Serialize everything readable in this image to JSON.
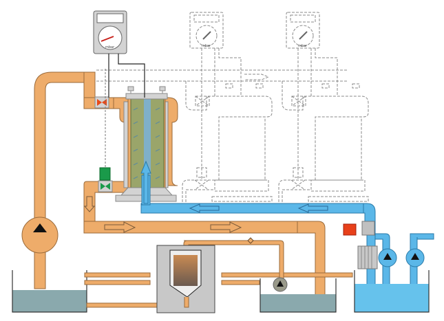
{
  "diagram": {
    "type": "filtration-process-schematic",
    "colors": {
      "process_pipe": "#eeac6a",
      "process_pipe_edge": "#9a6a3a",
      "clean_pipe": "#5bb7e8",
      "clean_pipe_edge": "#2a7aa8",
      "tank_water_dirty": "#8aa9ad",
      "tank_water_clean": "#66c2ec",
      "filter_media": "#9aa56a",
      "filter_core": "#7fb0c9",
      "valve_red": "#e84a1a",
      "valve_green": "#1a9a4a",
      "housing_grey": "#d3d3d3",
      "dashed_line": "#888888",
      "indicator_red": "#e8401a"
    },
    "gauges": [
      {
        "unit": "mbar",
        "state": "active"
      },
      {
        "unit": "mbar",
        "state": "inactive"
      },
      {
        "unit": "mbar",
        "state": "inactive"
      }
    ],
    "filters": [
      {
        "state": "active"
      },
      {
        "state": "inactive"
      },
      {
        "state": "inactive"
      }
    ],
    "pumps": [
      {
        "name": "feed-pump",
        "color": "process"
      },
      {
        "name": "return-pump",
        "color": "grey"
      },
      {
        "name": "clean-pump-1",
        "color": "clean"
      },
      {
        "name": "clean-pump-2",
        "color": "clean"
      }
    ],
    "tanks": [
      {
        "name": "supply-tank"
      },
      {
        "name": "dirty-tank"
      },
      {
        "name": "clean-tank"
      }
    ]
  }
}
